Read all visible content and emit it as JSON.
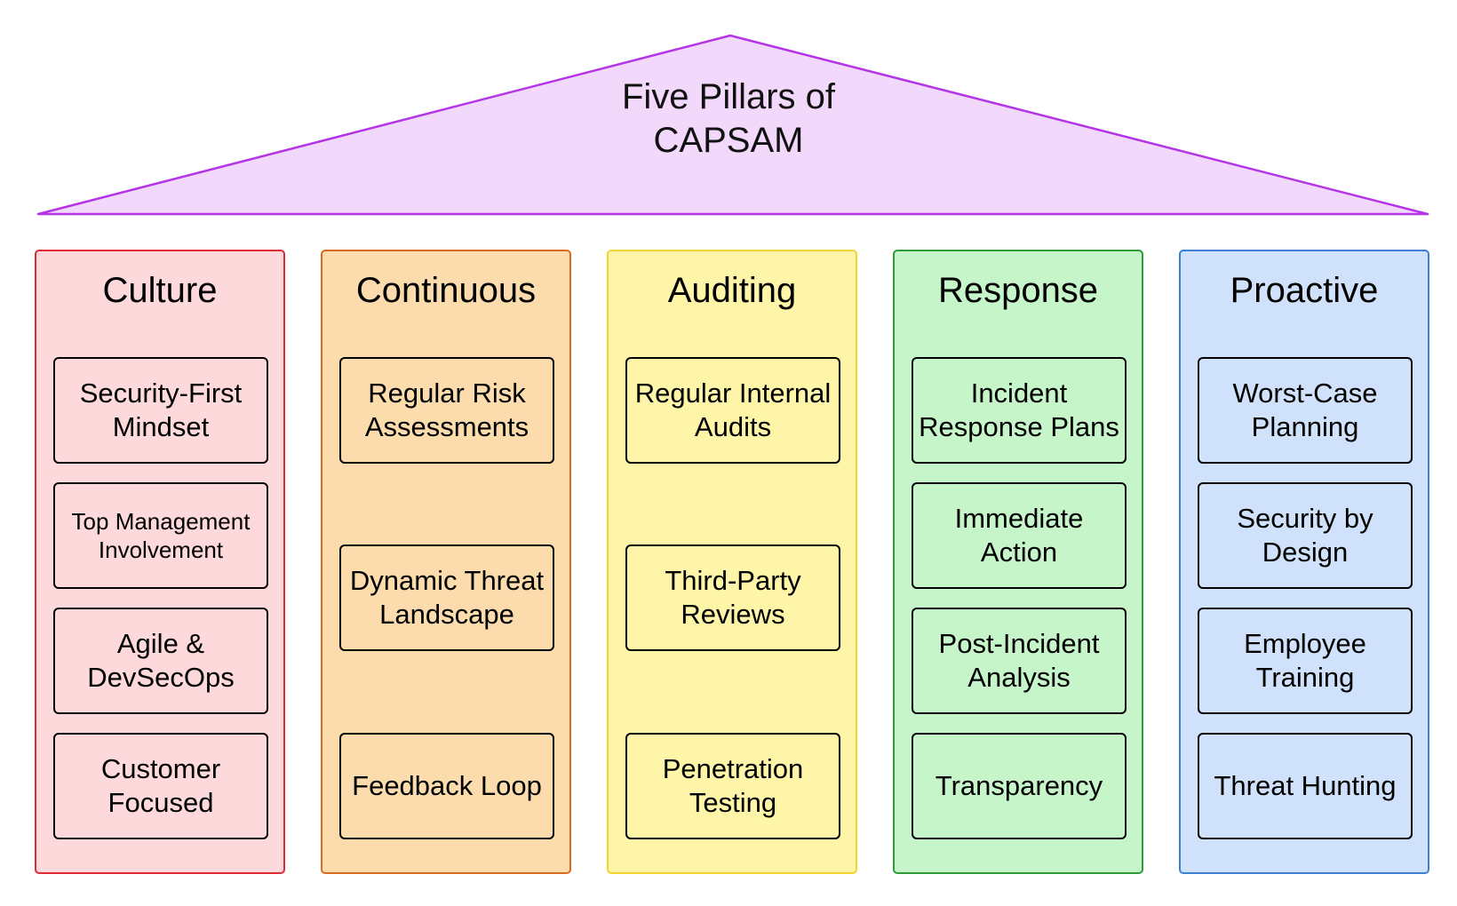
{
  "roof": {
    "title_line1": "Five Pillars of",
    "title_line2": "CAPSAM",
    "fill": "#f2d9fb",
    "stroke": "#b535e6"
  },
  "pillars": [
    {
      "name": "Culture",
      "fill": "#fdd9dc",
      "stroke": "#dd2b33",
      "items": [
        {
          "line1": "Security-First",
          "line2": "Mindset"
        },
        {
          "line1": "Top Management",
          "line2": "Involvement"
        },
        {
          "line1": "Agile &",
          "line2": "DevSecOps"
        },
        {
          "line1": "Customer",
          "line2": "Focused"
        }
      ]
    },
    {
      "name": "Continuous",
      "fill": "#fcdcad",
      "stroke": "#d96a21",
      "items": [
        {
          "line1": "Regular Risk",
          "line2": "Assessments"
        },
        {
          "line1": "Dynamic Threat",
          "line2": "Landscape"
        },
        {
          "line1": "Feedback Loop",
          "line2": ""
        }
      ]
    },
    {
      "name": "Auditing",
      "fill": "#fef5a8",
      "stroke": "#f4d430",
      "items": [
        {
          "line1": "Regular Internal",
          "line2": "Audits"
        },
        {
          "line1": "Third-Party",
          "line2": "Reviews"
        },
        {
          "line1": "Penetration",
          "line2": "Testing"
        }
      ]
    },
    {
      "name": "Response",
      "fill": "#c5f5c9",
      "stroke": "#2c9b38",
      "items": [
        {
          "line1": "Incident",
          "line2": "Response Plans"
        },
        {
          "line1": "Immediate",
          "line2": "Action"
        },
        {
          "line1": "Post-Incident",
          "line2": "Analysis"
        },
        {
          "line1": "Transparency",
          "line2": ""
        }
      ]
    },
    {
      "name": "Proactive",
      "fill": "#cfe1fb",
      "stroke": "#3d7fd1",
      "items": [
        {
          "line1": "Worst-Case",
          "line2": "Planning"
        },
        {
          "line1": "Security by",
          "line2": "Design"
        },
        {
          "line1": "Employee",
          "line2": "Training"
        },
        {
          "line1": "Threat Hunting",
          "line2": ""
        }
      ]
    }
  ]
}
